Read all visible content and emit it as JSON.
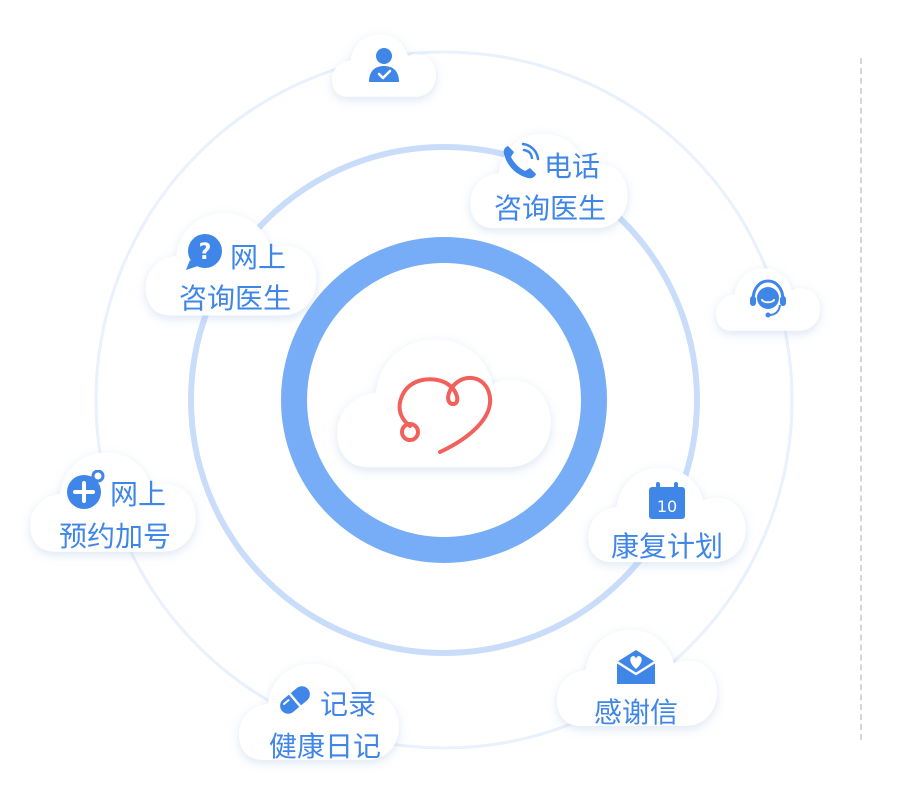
{
  "colors": {
    "accent": "#3f86e8",
    "ring_outer": "#e8f1fd",
    "ring_middle": "#c9ddfb",
    "ring_inner": "#76adf6",
    "heart": "#f2605c",
    "divider": "#d6d6d6"
  },
  "center": {
    "icon": "stethoscope-heart-icon"
  },
  "services": {
    "doctor_profile": {
      "icon": "doctor-profile-icon"
    },
    "customer_service": {
      "icon": "headset-service-icon"
    },
    "phone_consult": {
      "icon": "phone-icon",
      "line1": "电话",
      "line2": "咨询医生"
    },
    "online_consult": {
      "icon": "question-chat-icon",
      "line1": "网上",
      "line2": "咨询医生"
    },
    "online_booking": {
      "icon": "plus-circle-icon",
      "line1": "网上",
      "line2": "预约加号"
    },
    "rehab_plan": {
      "icon": "calendar-icon",
      "icon_text": "10",
      "line1": "康复计划"
    },
    "health_diary": {
      "icon": "pill-icon",
      "line1": "记录",
      "line2": "健康日记"
    },
    "thank_letter": {
      "icon": "envelope-heart-icon",
      "line1": "感谢信"
    }
  }
}
